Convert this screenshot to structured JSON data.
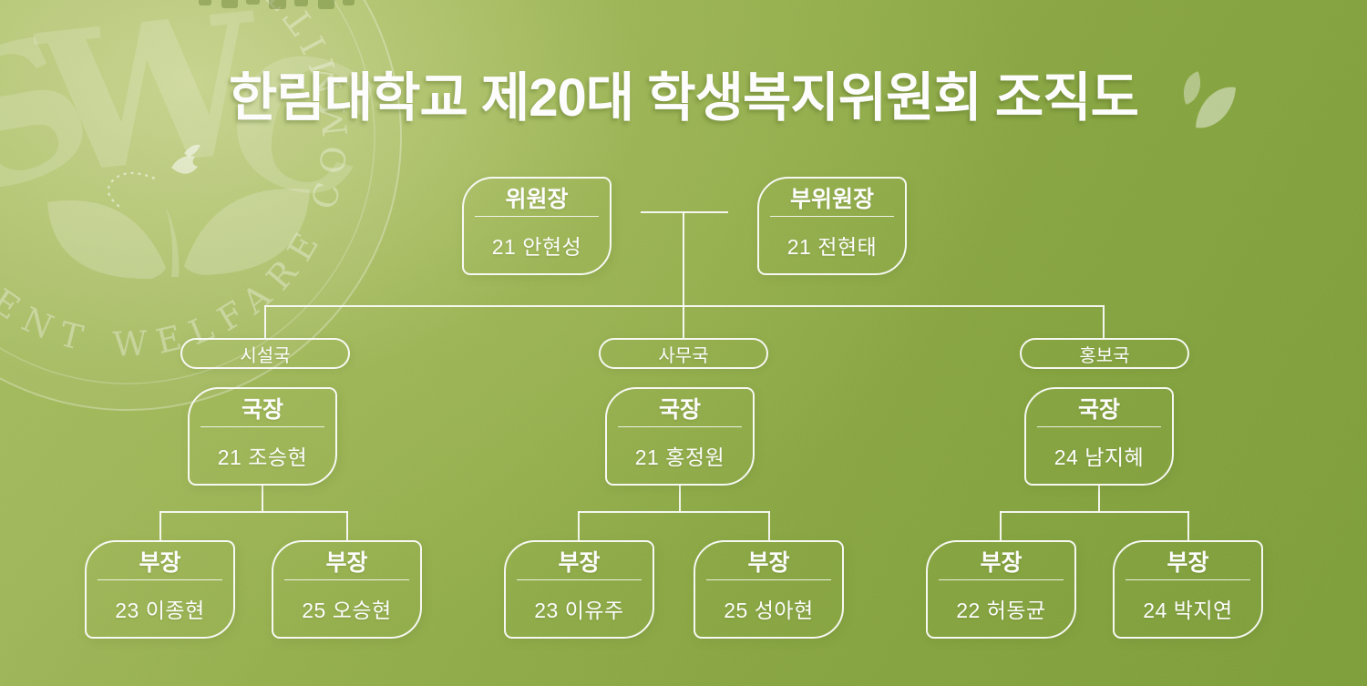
{
  "title": {
    "text": "한림대학교 제20대 학생복지위원회 조직도"
  },
  "watermark": {
    "acronym": "SWC",
    "letters": {
      "s": "S",
      "w": "W",
      "c": "C"
    },
    "ring_text": "STUDENT WELFARE COMMITTEE"
  },
  "leadership": [
    {
      "role": "위원장",
      "member": "21 안현성"
    },
    {
      "role": "부위원장",
      "member": "21 전현태"
    }
  ],
  "departments": [
    {
      "name": "시설국",
      "director": {
        "role": "국장",
        "member": "21 조승현"
      },
      "managers": [
        {
          "role": "부장",
          "member": "23 이종현"
        },
        {
          "role": "부장",
          "member": "25 오승현"
        }
      ]
    },
    {
      "name": "사무국",
      "director": {
        "role": "국장",
        "member": "21 홍정원"
      },
      "managers": [
        {
          "role": "부장",
          "member": "23 이유주"
        },
        {
          "role": "부장",
          "member": "25 성아현"
        }
      ]
    },
    {
      "name": "홍보국",
      "director": {
        "role": "국장",
        "member": "24 남지혜"
      },
      "managers": [
        {
          "role": "부장",
          "member": "22 허동균"
        },
        {
          "role": "부장",
          "member": "24 박지연"
        }
      ]
    }
  ],
  "colors": {
    "background_light": "#bdcc81",
    "background_mid": "#93af4b",
    "background_dark": "#7d9e38",
    "line_and_text": "#ffffff"
  }
}
